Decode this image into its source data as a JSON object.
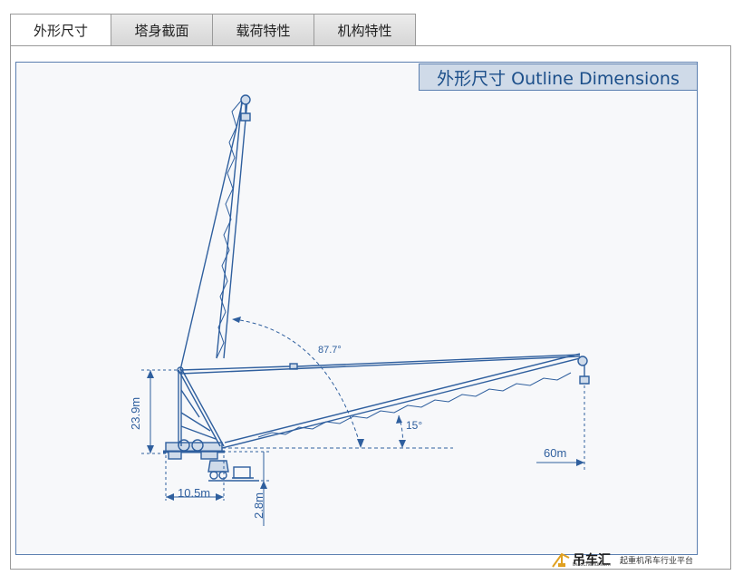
{
  "tabs": [
    {
      "label": "外形尺寸"
    },
    {
      "label": "塔身截面"
    },
    {
      "label": "载荷特性"
    },
    {
      "label": "机构特性"
    }
  ],
  "heading": "外形尺寸 Outline Dimensions",
  "dimensions": {
    "height": "23.9m",
    "width": "10.5m",
    "base_height": "2.8m",
    "radius": "60m",
    "angle_luffing": "87.7°",
    "angle_low": "15°"
  },
  "watermark": {
    "brand": "吊车汇",
    "url": "DiaoCheHui.com",
    "slogan": "起重机吊车行业平台"
  },
  "colors": {
    "line": "#2f5f9e",
    "panel_border": "#5b7fb0",
    "heading_bg": "#cfdae8",
    "heading_text": "#1c4f8a"
  }
}
